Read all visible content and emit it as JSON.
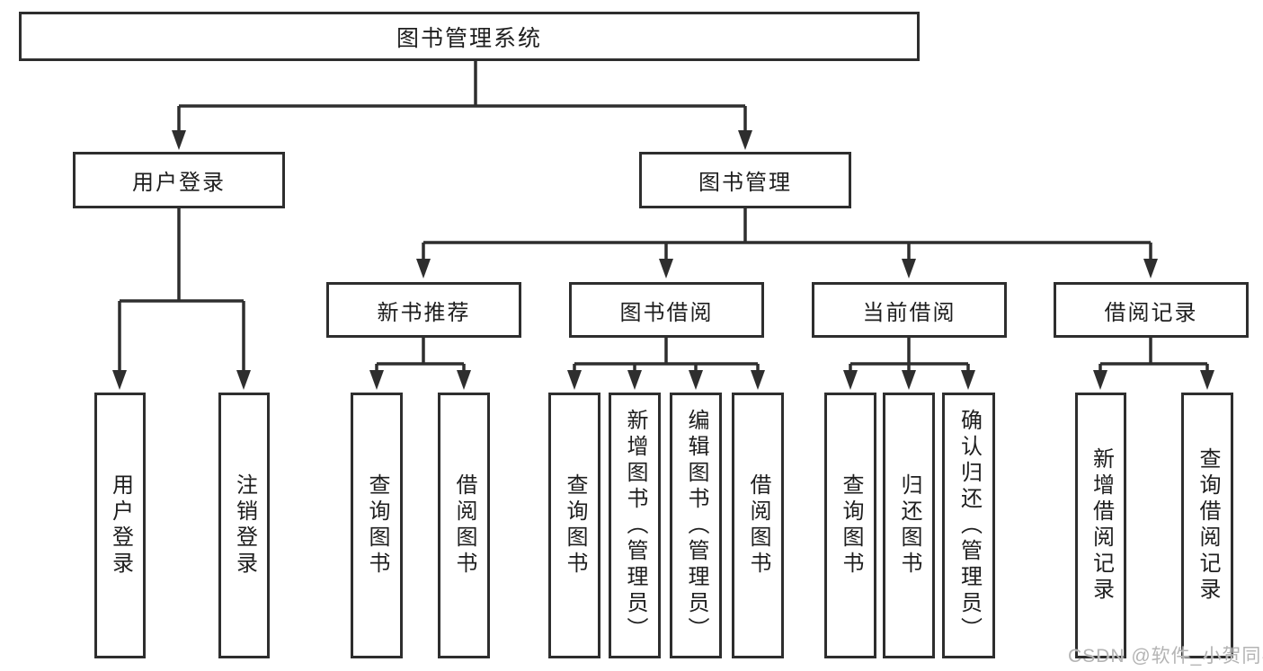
{
  "diagram": {
    "root": {
      "label": "图书管理系统"
    },
    "user_login": {
      "label": "用户登录",
      "children": [
        "用户登录",
        "注销登录"
      ]
    },
    "book_mgmt": {
      "label": "图书管理",
      "sections": {
        "new_books": {
          "label": "新书推荐",
          "children": [
            "查询图书",
            "借阅图书"
          ]
        },
        "borrowing": {
          "label": "图书借阅",
          "children": [
            "查询图书",
            "新增图书（管理员）",
            "编辑图书（管理员）",
            "借阅图书"
          ]
        },
        "current": {
          "label": "当前借阅",
          "children": [
            "查询图书",
            "归还图书",
            "确认归还（管理员）"
          ]
        },
        "records": {
          "label": "借阅记录",
          "children": [
            "新增借阅记录",
            "查询借阅记录"
          ]
        }
      }
    }
  },
  "watermark": {
    "text": "CSDN @软件_小贺同学"
  },
  "colors": {
    "line": "#2e2e2e",
    "box_background": "#ffffff",
    "text": "#1e1e1e",
    "watermark": "#b4b4b4"
  }
}
